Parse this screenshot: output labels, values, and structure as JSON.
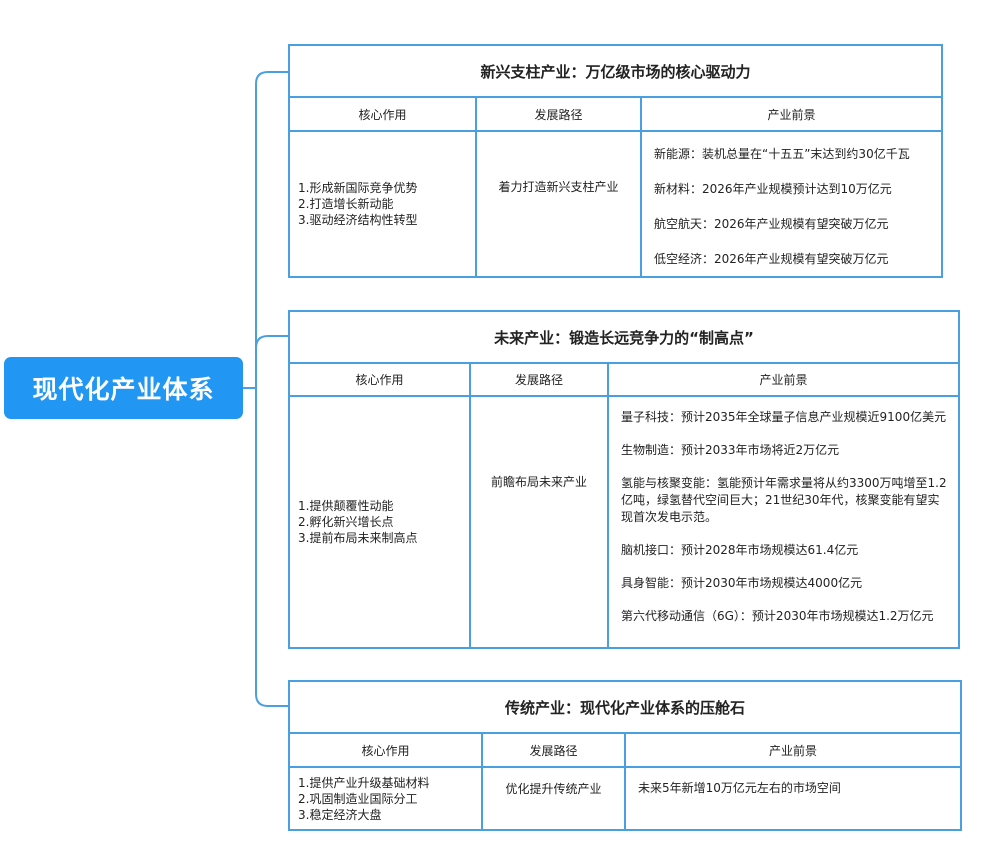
{
  "root": {
    "label": "现代化产业体系"
  },
  "sections": [
    {
      "title": "新兴支柱产业：万亿级市场的核心驱动力",
      "headers": [
        "核心作用",
        "发展路径",
        "产业前景"
      ],
      "core": [
        "1.形成新国际竞争优势",
        "2.打造增长新动能",
        "3.驱动经济结构性转型"
      ],
      "path": "着力打造新兴支柱产业",
      "prospects": [
        "新能源：装机总量在“十五五”末达到约30亿千瓦",
        "新材料：2026年产业规模预计达到10万亿元",
        "航空航天：2026年产业规模有望突破万亿元",
        "低空经济：2026年产业规模有望突破万亿元"
      ]
    },
    {
      "title": "未来产业：锻造长远竞争力的“制高点”",
      "headers": [
        "核心作用",
        "发展路径",
        "产业前景"
      ],
      "core": [
        "1.提供颠覆性动能",
        "2.孵化新兴增长点",
        "3.提前布局未来制高点"
      ],
      "path": "前瞻布局未来产业",
      "prospects": [
        "量子科技：预计2035年全球量子信息产业规模近9100亿美元",
        "生物制造：预计2033年市场将近2万亿元",
        "氢能与核聚变能：氢能预计年需求量将从约3300万吨增至1.2亿吨，绿氢替代空间巨大；21世纪30年代，核聚变能有望实现首次发电示范。",
        "脑机接口：预计2028年市场规模达61.4亿元",
        "具身智能：预计2030年市场规模达4000亿元",
        "第六代移动通信（6G）：预计2030年市场规模达1.2万亿元"
      ]
    },
    {
      "title": "传统产业：现代化产业体系的压舱石",
      "headers": [
        "核心作用",
        "发展路径",
        "产业前景"
      ],
      "core": [
        "1.提供产业升级基础材料",
        "2.巩固制造业国际分工",
        "3.稳定经济大盘"
      ],
      "path": "优化提升传统产业",
      "prospects": [
        "未来5年新增10万亿元左右的市场空间"
      ]
    }
  ],
  "colors": {
    "accent": "#2196f3",
    "border": "#4a9fdf"
  }
}
